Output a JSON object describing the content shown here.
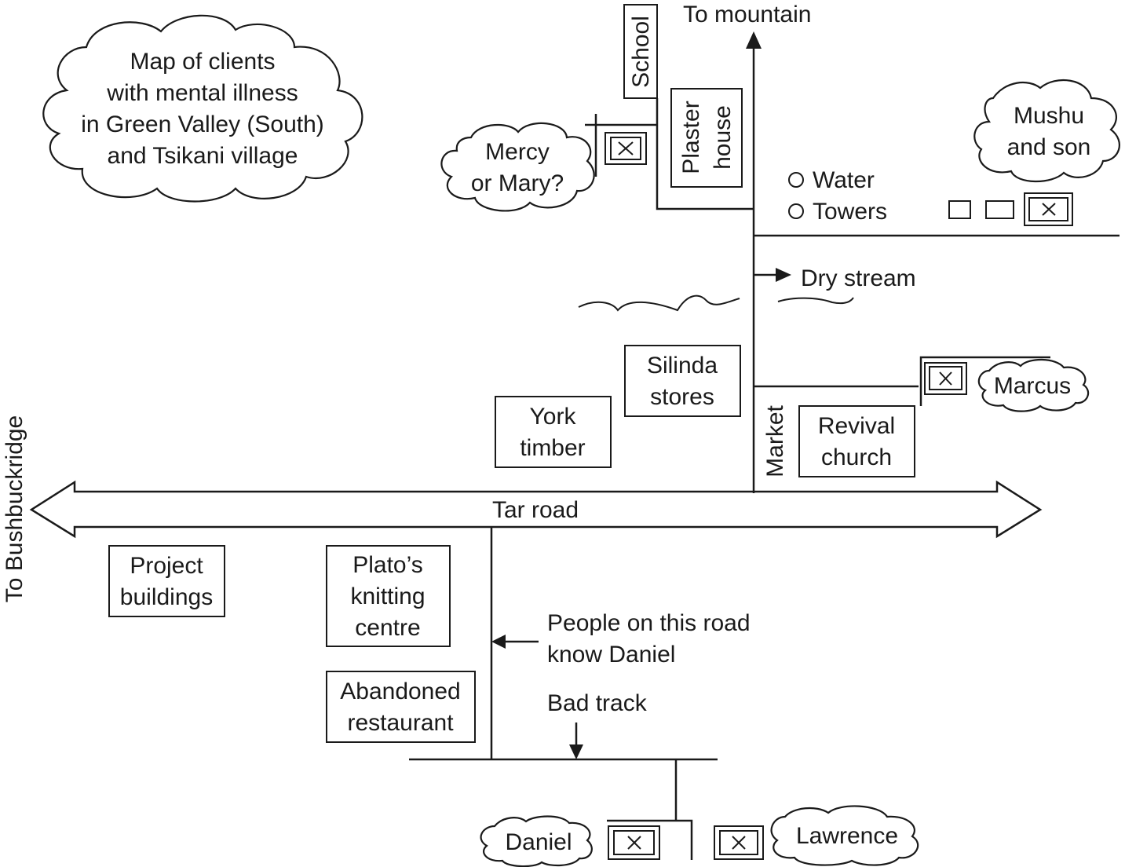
{
  "title": {
    "lines": [
      "Map of clients",
      "with mental illness",
      "in Green Valley (South)",
      "and Tsikani village"
    ]
  },
  "directions": {
    "north": "To mountain",
    "west": "To Bushbuckridge"
  },
  "roads": {
    "main": "Tar road",
    "dry_stream": "Dry stream",
    "bad_track": "Bad track",
    "note_lines": [
      "People on this road",
      "know Daniel"
    ]
  },
  "landmarks": {
    "school": "School",
    "plaster_house": [
      "Plaster",
      "house"
    ],
    "water_towers": [
      "Water",
      "Towers"
    ],
    "silinda": [
      "Silinda",
      "stores"
    ],
    "york": [
      "York",
      "timber"
    ],
    "market": "Market",
    "revival": [
      "Revival",
      "church"
    ],
    "project": [
      "Project",
      "buildings"
    ],
    "plato": [
      "Plato’s",
      "knitting",
      "centre"
    ],
    "abandoned": [
      "Abandoned",
      "restaurant"
    ]
  },
  "clients": {
    "mercy": [
      "Mercy",
      "or Mary?"
    ],
    "mushu": [
      "Mushu",
      "and son"
    ],
    "marcus": "Marcus",
    "daniel": "Daniel",
    "lawrence": "Lawrence"
  },
  "icons": {
    "client_home": "boxed-x-house-icon",
    "water_tower": "circle-icon",
    "plain_house": "square-icon"
  }
}
